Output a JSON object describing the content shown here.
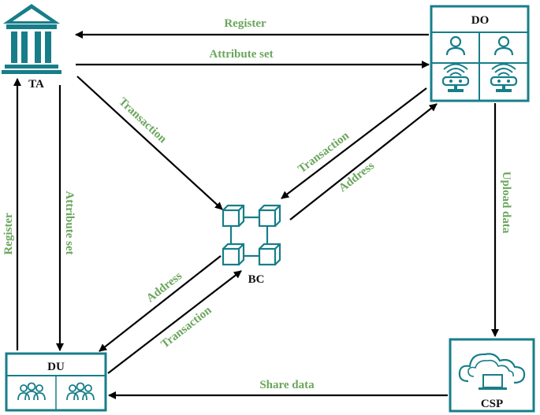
{
  "nodes": {
    "ta": {
      "label": "TA",
      "icon": "bank-building-icon"
    },
    "do": {
      "label": "DO",
      "icon": "user-and-router-icons"
    },
    "bc": {
      "label": "BC",
      "icon": "blockchain-blocks-icon"
    },
    "du": {
      "label": "DU",
      "icon": "user-group-icons"
    },
    "csp": {
      "label": "CSP",
      "icon": "cloud-laptop-icon"
    }
  },
  "edges": {
    "do_ta_register": "Register",
    "ta_do_attribute_set": "Attribute set",
    "ta_bc_transaction": "Transaction",
    "do_bc_transaction": "Transaction",
    "bc_do_address": "Address",
    "ta_du_attribute_set": "Attribute set",
    "du_ta_register": "Register",
    "do_csp_upload": "Upload data",
    "bc_du_address": "Address",
    "du_bc_transaction": "Transaction",
    "csp_du_share": "Share data"
  },
  "colors": {
    "accent": "#177e89",
    "label": "#6aa65c",
    "arrow": "#000000"
  }
}
